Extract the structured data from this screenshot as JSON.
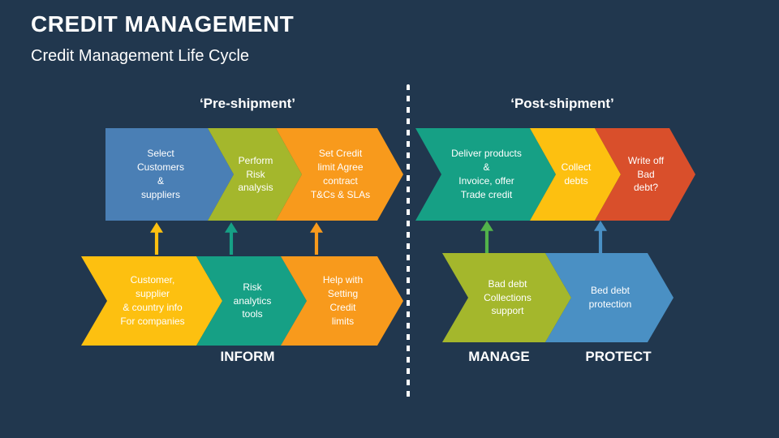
{
  "slide": {
    "title": "CREDIT MANAGEMENT",
    "subtitle": "Credit Management Life Cycle"
  },
  "sections": {
    "pre": {
      "header": "‘Pre-shipment’",
      "top": [
        {
          "text": "Select\nCustomers\n&\nsuppliers",
          "color_key": "blue"
        },
        {
          "text": "Perform\nRisk\nanalysis",
          "color_key": "olive"
        },
        {
          "text": "Set Credit\nlimit Agree\ncontract\nT&Cs & SLAs",
          "color_key": "orange"
        }
      ],
      "bottom": [
        {
          "text": "Customer,\nsupplier\n& country info\nFor companies",
          "color_key": "yellow"
        },
        {
          "text": "Risk\nanalytics\ntools",
          "color_key": "teal"
        },
        {
          "text": "Help with\nSetting\nCredit\nlimits",
          "color_key": "orange"
        }
      ],
      "footer": "INFORM"
    },
    "post": {
      "header": "‘Post-shipment’",
      "top": [
        {
          "text": "Deliver products\n&\nInvoice, offer\nTrade credit",
          "color_key": "teal"
        },
        {
          "text": "Collect\ndebts",
          "color_key": "yellow"
        },
        {
          "text": "Write off\nBad\ndebt?",
          "color_key": "red"
        }
      ],
      "bottom": [
        {
          "text": "Bad debt\nCollections\nsupport",
          "color_key": "olive"
        },
        {
          "text": "Bed debt\nprotection",
          "color_key": "light_blue"
        }
      ],
      "footers": [
        "MANAGE",
        "PROTECT"
      ]
    }
  },
  "colors": {
    "background": "#21374e",
    "blue": "#4a7fb5",
    "olive": "#a4b72c",
    "orange": "#f89a1c",
    "yellow": "#fdc010",
    "teal": "#16a085",
    "red": "#d94f2b",
    "light_blue": "#4a90c4",
    "green": "#52b34a",
    "text": "#ffffff"
  }
}
